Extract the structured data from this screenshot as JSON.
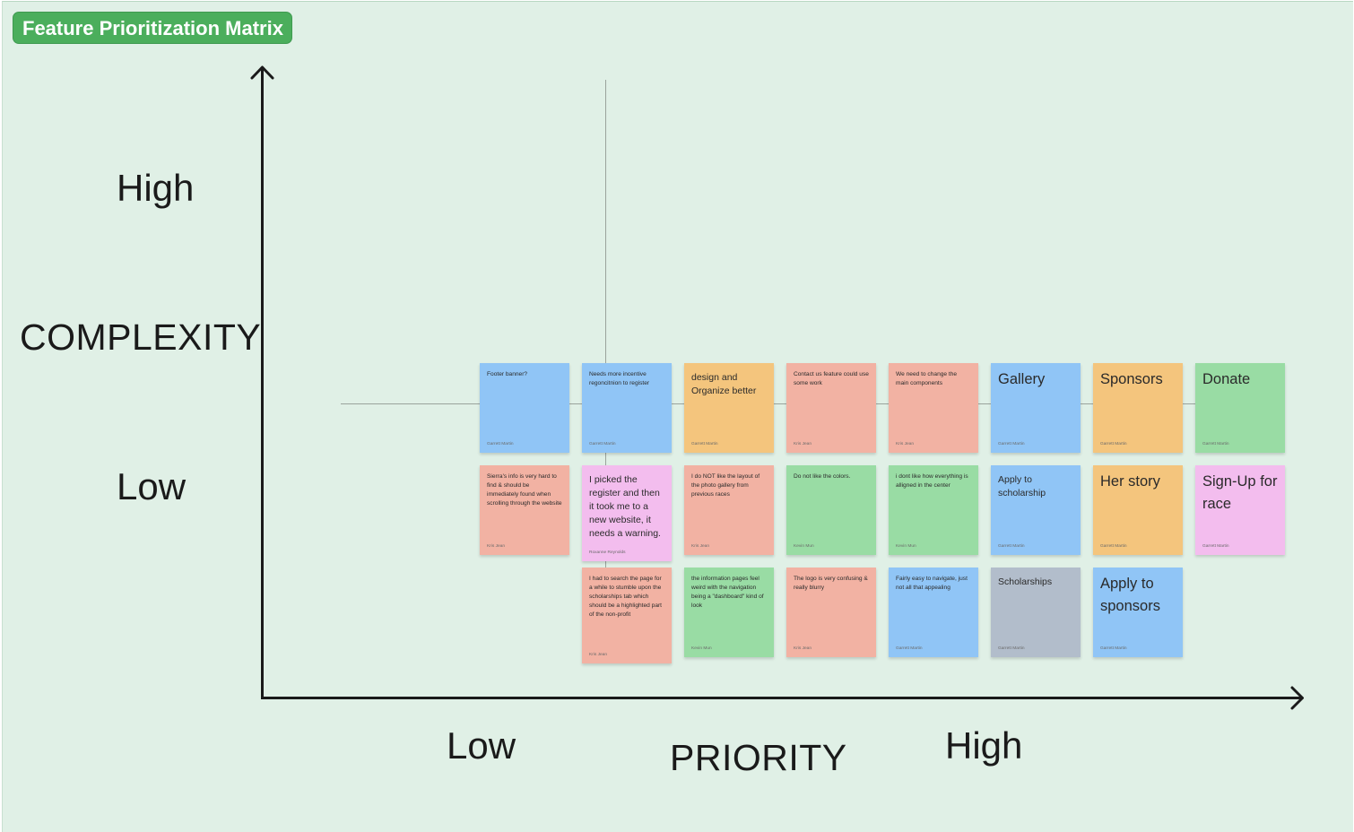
{
  "frame_title": "Feature Prioritization Matrix",
  "y_axis": {
    "title": "COMPLEXITY",
    "high": "High",
    "low": "Low"
  },
  "x_axis": {
    "title": "PRIORITY",
    "low": "Low",
    "high": "High"
  },
  "colors": {
    "board": "#e0f0e6",
    "title_tag": "#4bae5c",
    "blue": "#90c5f6",
    "orange": "#f4c57d",
    "salmon": "#f2b2a3",
    "green": "#99dca4",
    "pink": "#f3bdee",
    "gray": "#b2bdcb"
  },
  "stickies": [
    {
      "text": "Footer banner?",
      "author": "Garrett Martin",
      "color": "blue"
    },
    {
      "text": "Needs more incentive regoncitnion to register",
      "author": "Garrett Martin",
      "color": "blue"
    },
    {
      "text": "design and Organize better",
      "author": "Garrett Martin",
      "color": "orange"
    },
    {
      "text": "Contact us feature could use some work",
      "author": "Kris Jean",
      "color": "salmon"
    },
    {
      "text": "We need to change the main components",
      "author": "Kris Jean",
      "color": "salmon"
    },
    {
      "text": "Gallery",
      "author": "Garrett Martin",
      "color": "blue"
    },
    {
      "text": "Sponsors",
      "author": "Garrett Martin",
      "color": "orange"
    },
    {
      "text": "Donate",
      "author": "Garrett Martin",
      "color": "green"
    },
    {
      "text": "Sierra's info is very hard to find & should be immediately found when scrolling through the website",
      "author": "Kris Jean",
      "color": "salmon"
    },
    {
      "text": "I picked the register and then it took me to a new website, it needs a warning.",
      "author": "Roxanne Reynolds",
      "color": "pink"
    },
    {
      "text": "I do NOT like the layout of the photo gallery from previous races",
      "author": "Kris Jean",
      "color": "salmon"
    },
    {
      "text": "Do not like the colors.",
      "author": "Kevin Mun",
      "color": "green"
    },
    {
      "text": "i dont like how everything is alligned in the center",
      "author": "Kevin Mun",
      "color": "green"
    },
    {
      "text": "Apply to scholarship",
      "author": "Garrett Martin",
      "color": "blue"
    },
    {
      "text": "Her story",
      "author": "Garrett Martin",
      "color": "orange"
    },
    {
      "text": "Sign-Up for race",
      "author": "Garrett Martin",
      "color": "pink"
    },
    {
      "text": "I had to search the page for a while to stumble upon the scholarships tab which should be a highlighted part of the non-profit",
      "author": "Kris Jean",
      "color": "salmon"
    },
    {
      "text": "the information pages feel weird with the navigation being a \"dashboard\" kind of look",
      "author": "Kevin Mun",
      "color": "green"
    },
    {
      "text": "The logo is very confusing & really blurry",
      "author": "Kris Jean",
      "color": "salmon"
    },
    {
      "text": "Fairly easy to navigate, just not all that appealing",
      "author": "Garrett Martin",
      "color": "blue"
    },
    {
      "text": "Scholarships",
      "author": "Garrett Martin",
      "color": "gray"
    },
    {
      "text": "Apply to sponsors",
      "author": "Garrett Martin",
      "color": "blue"
    }
  ]
}
